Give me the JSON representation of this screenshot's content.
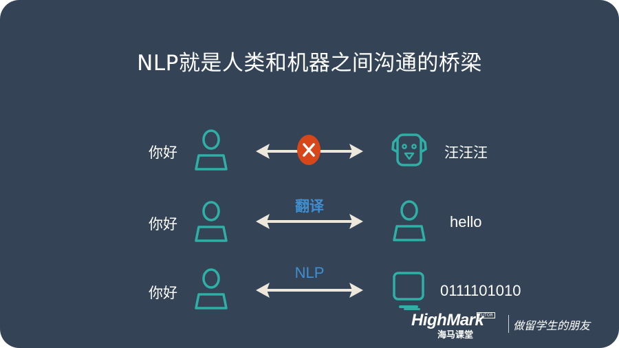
{
  "slide": {
    "title": "NLP就是人类和机器之间沟通的桥梁",
    "background": "#344456",
    "accent_teal": "#2fb0a6",
    "accent_blue": "#3f8fd0",
    "error_red": "#d8471a"
  },
  "rows": [
    {
      "left_text": "你好",
      "left_icon": "person-icon",
      "connector_label": "",
      "connector_icon": "x-circle-icon",
      "right_icon": "dog-icon",
      "right_text": "汪汪汪"
    },
    {
      "left_text": "你好",
      "left_icon": "person-icon",
      "connector_label": "翻译",
      "connector_icon": "double-arrow-icon",
      "right_icon": "person-icon",
      "right_text": "hello"
    },
    {
      "left_text": "你好",
      "left_icon": "person-icon",
      "connector_label": "NLP",
      "connector_icon": "double-arrow-icon",
      "right_icon": "computer-monitor-icon",
      "right_text": "0111101010"
    }
  ],
  "watermark": {
    "brand": "HighMark",
    "tag": "TUTOR",
    "sub": "海马课堂",
    "slogan": "做留学生的朋友"
  }
}
